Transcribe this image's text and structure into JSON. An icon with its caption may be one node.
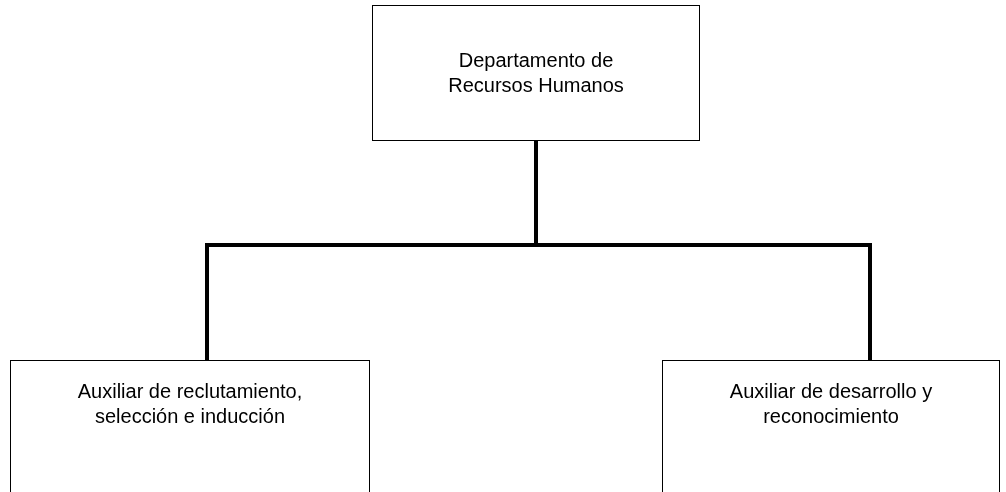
{
  "diagram": {
    "nodes": [
      {
        "text": [
          "Departamento de Recursos Humanos"
        ]
      },
      {
        "text": [
          "Auxiliar de reclutamiento, selección e inducción"
        ]
      },
      {
        "text": [
          "Auxiliar de desarrollo y reconocimiento"
        ]
      }
    ],
    "edges": [
      {
        "from": 0,
        "to": 1,
        "arrow": "none"
      },
      {
        "from": 0,
        "to": 2,
        "arrow": "none"
      }
    ]
  }
}
